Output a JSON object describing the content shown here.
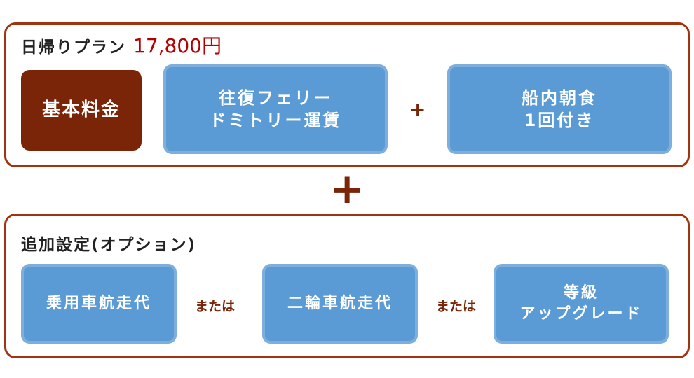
{
  "plan": {
    "title": "日帰りプラン",
    "price": "17,800円",
    "base_label": "基本料金",
    "items": [
      "往復フェリー\nドミトリー運賃",
      "船内朝食\n1回付き"
    ],
    "plus": "+"
  },
  "big_plus": "+",
  "options": {
    "title": "追加設定(オプション)",
    "items": [
      "乗用車航走代",
      "二輪車航走代",
      "等級\nアップグレード"
    ],
    "or": "または"
  },
  "colors": {
    "border": "#a0340f",
    "base": "#7a2508",
    "box": "#5b9bd5",
    "price": "#b50000"
  }
}
